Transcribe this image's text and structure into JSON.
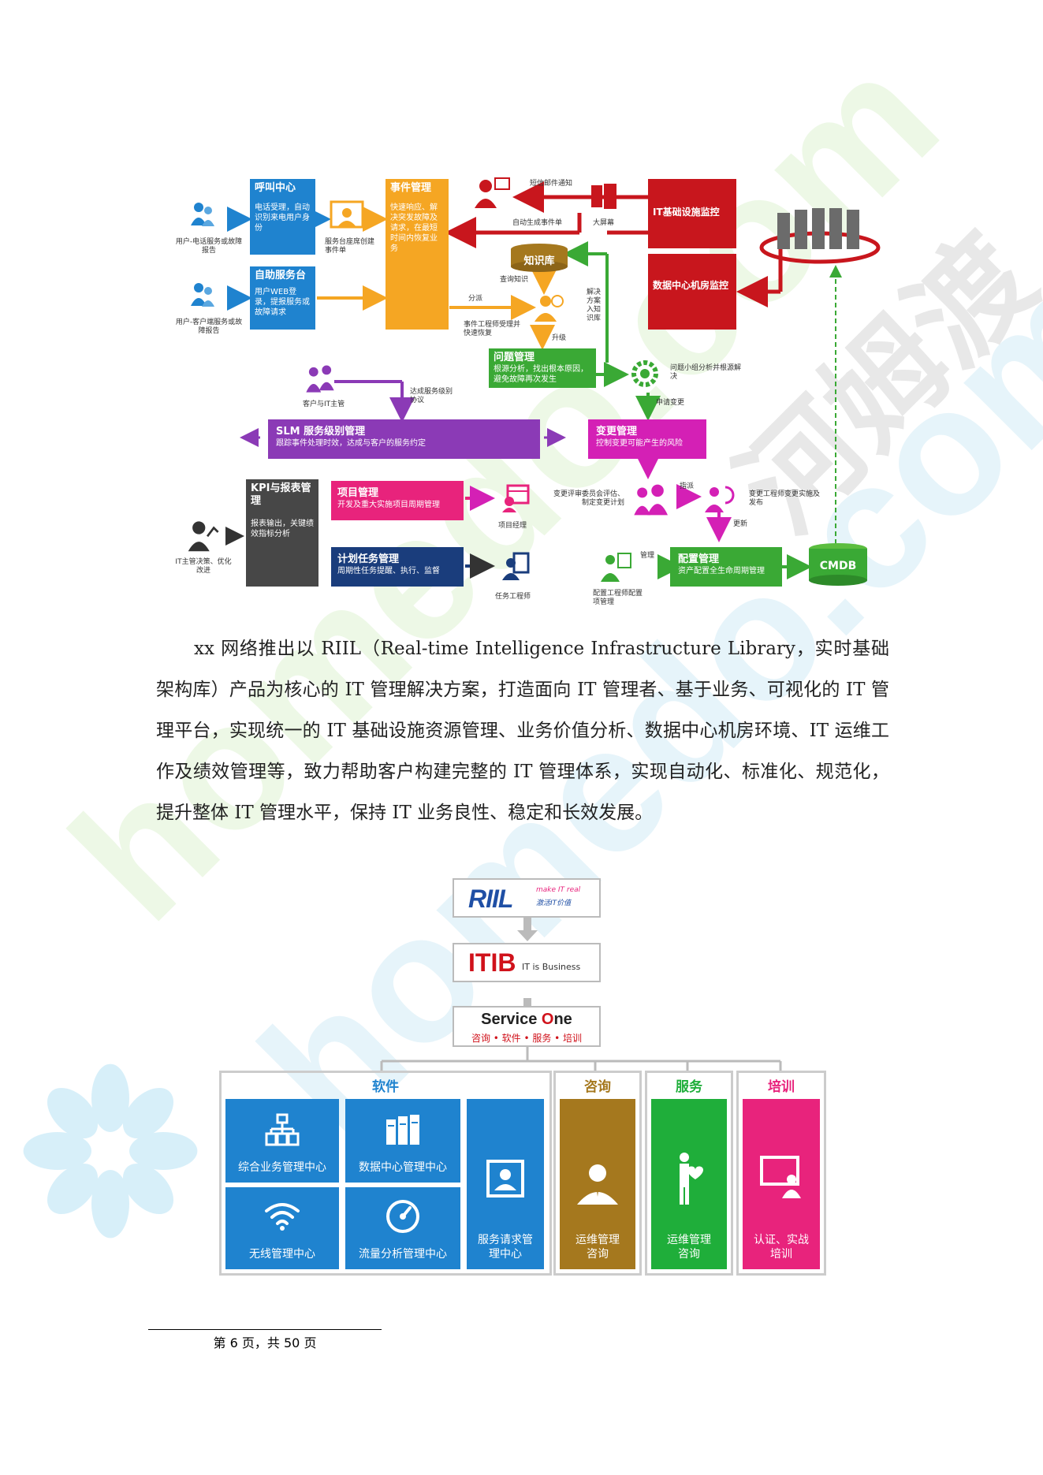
{
  "watermark": {
    "text1": "homedo.com",
    "text2": "homedo.com",
    "text3": "河姆渡"
  },
  "diagram1": {
    "call_center": {
      "title": "呼叫中心",
      "desc": "电话受理，自动识别来电用户身份"
    },
    "self_service": {
      "title": "自助服务台",
      "desc": "用户WEB登录，提报服务或故障请求"
    },
    "user_phone": "用户-电话服务或故障报告",
    "user_client": "用户-客户端服务或故障报告",
    "service_desk": "服务台座席创建事件单",
    "incident": {
      "title": "事件管理",
      "desc": "快速响应、解决突发故障及请求，在最短时间内恢复业务"
    },
    "sms": "短信邮件通知",
    "auto_ticket": "自动生成事件单",
    "big_screen": "大屏幕",
    "infra_monitor": "IT基础设施监控",
    "dc_monitor": "数据中心机房监控",
    "knowledge": "知识库",
    "query_knowledge": "查询知识",
    "dispatch": "分派",
    "solution_in": "解决方案入知识库",
    "engineer": "事件工程师受理并快速恢复",
    "upgrade": "升级",
    "problem": {
      "title": "问题管理",
      "desc": "根源分析，找出根本原因，避免故障再次发生"
    },
    "problem_team": "问题小组分析并根源解决",
    "apply_change": "申请变更",
    "customer_it": "客户与IT主管",
    "sla_agree": "达成服务级别协议",
    "slm": {
      "title": "SLM 服务级别管理",
      "desc": "跟踪事件处理时效，达成与客户的服务约定"
    },
    "change": {
      "title": "变更管理",
      "desc": "控制变更可能产生的风险"
    },
    "kpi": {
      "title": "KPI与报表管理",
      "desc": "报表输出，关键绩效指标分析"
    },
    "it_manager": "IT主管决策、优化改进",
    "project": {
      "title": "项目管理",
      "desc": "开发及重大实施项目周期管理"
    },
    "project_manager": "项目经理",
    "plan": {
      "title": "计划任务管理",
      "desc": "周期性任务提醒、执行、监督"
    },
    "task_engineer": "任务工程师",
    "cab": "变更评审委员会评估、制定变更计划",
    "assign": "指派",
    "change_engineer": "变更工程师变更实施及发布",
    "update": "更新",
    "manage": "管理",
    "config": {
      "title": "配置管理",
      "desc": "资产配置全生命周期管理"
    },
    "config_engineer": "配置工程师配置项管理",
    "cmdb": "CMDB"
  },
  "paragraph": "xx 网络推出以 RIIL（Real-time Intelligence Infrastructure Library，实时基础架构库）产品为核心的 IT 管理解决方案，打造面向 IT 管理者、基于业务、可视化的 IT 管理平台，实现统一的 IT 基础设施资源管理、业务价值分析、数据中心机房环境、IT 运维工作及绩效管理等，致力帮助客户构建完整的 IT 管理体系，实现自动化、标准化、规范化，提升整体 IT 管理水平，保持 IT 业务良性、稳定和长效发展。",
  "diagram2": {
    "riil": {
      "logo": "RIIL",
      "slogan1": "make IT real",
      "slogan2": "激活IT价值"
    },
    "itib": {
      "logo": "ITIB",
      "sub": "IT is Business"
    },
    "service_one": {
      "logo_a": "Service ",
      "logo_o": "O",
      "logo_b": "ne",
      "sub": "咨询 • 软件 • 服务 • 培训"
    },
    "cols": {
      "software": "软件",
      "consult": "咨询",
      "service": "服务",
      "training": "培训"
    },
    "tiles": {
      "t1": "综合业务管理中心",
      "t2": "数据中心管理中心",
      "t3": "无线管理中心",
      "t4": "流量分析管理中心",
      "t5": "服务请求管理中心",
      "t6": "运维管理咨询",
      "t7": "运维管理咨询",
      "t8": "认证、实战培训"
    },
    "colors": {
      "blue": "#1f83cf",
      "gold": "#a5781e",
      "green": "#1fae3a",
      "pink": "#e8237c"
    }
  },
  "footer": {
    "prefix": "第 ",
    "page": "6",
    "mid": " 页，共 ",
    "total": "50",
    "suffix": " 页"
  }
}
